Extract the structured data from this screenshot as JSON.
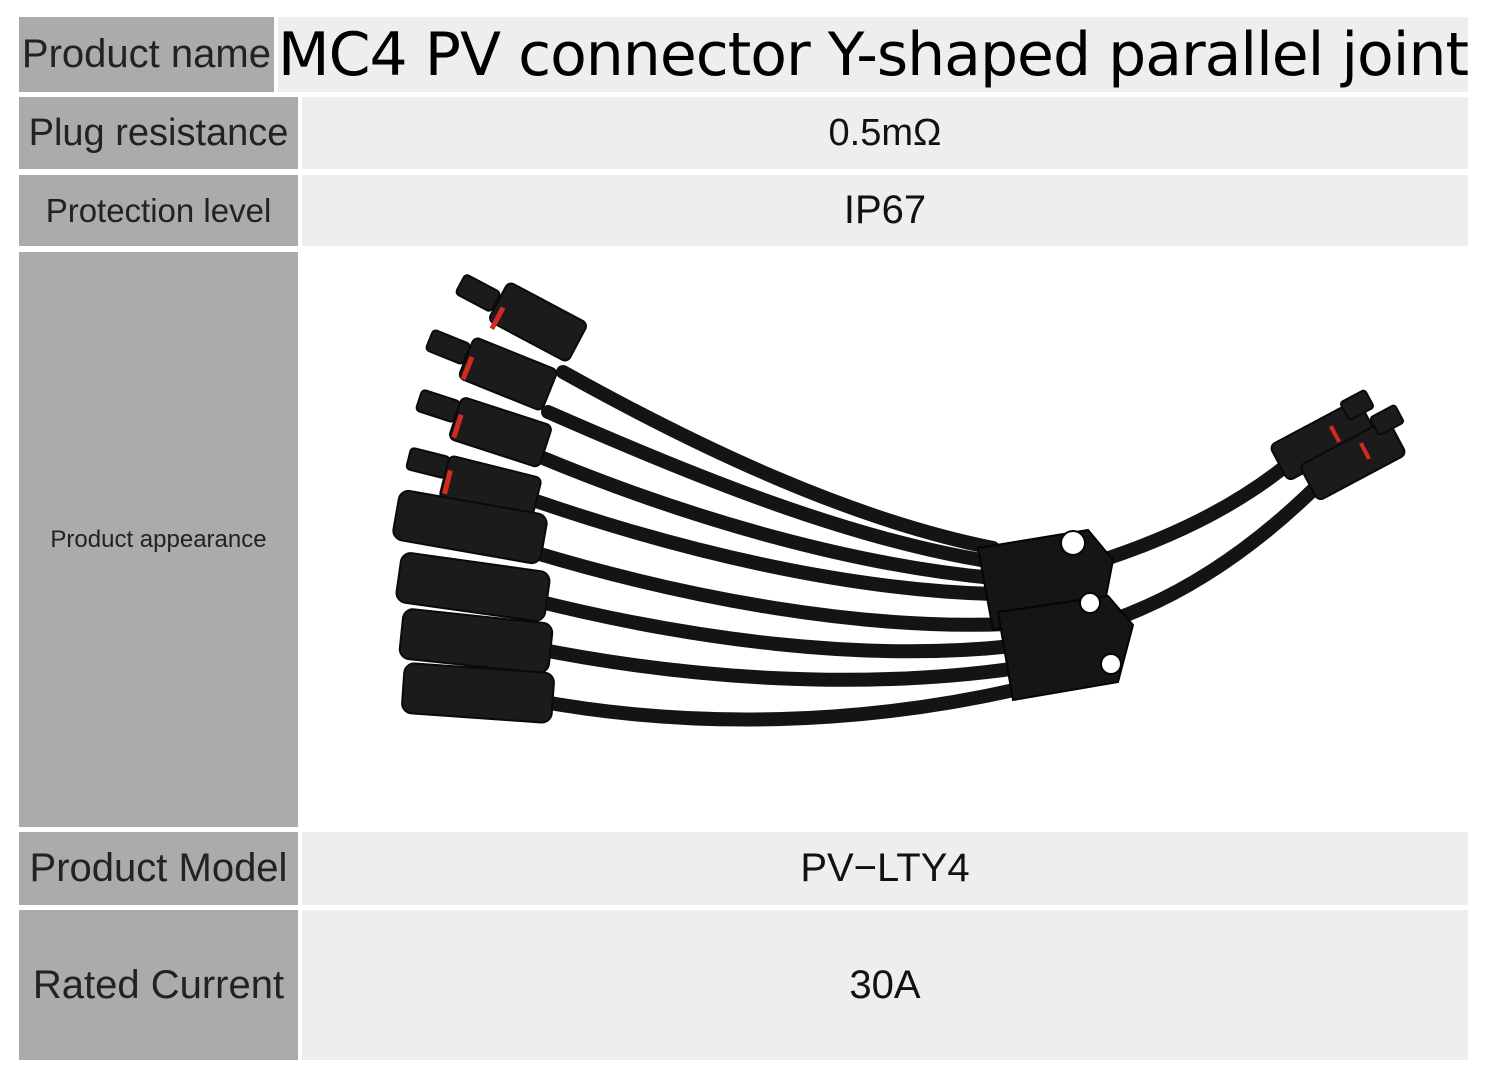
{
  "rows": [
    {
      "label": "Product name",
      "value": "MC4 PV connector Y-shaped parallel joint"
    },
    {
      "label": "Plug resistance",
      "value": "0.5mΩ"
    },
    {
      "label": "Protection level",
      "value": "IP67"
    },
    {
      "label": "Product appearance",
      "image": "mc4-y-branch-connector-photo"
    },
    {
      "label": "Product Model",
      "value": "PV−LTY4"
    },
    {
      "label": "Rated Current",
      "value": "30A"
    }
  ],
  "colors": {
    "label_bg": "#ababab",
    "value_bg": "#eeeeee",
    "cable": "#141414",
    "seal": "#d32a1f"
  }
}
